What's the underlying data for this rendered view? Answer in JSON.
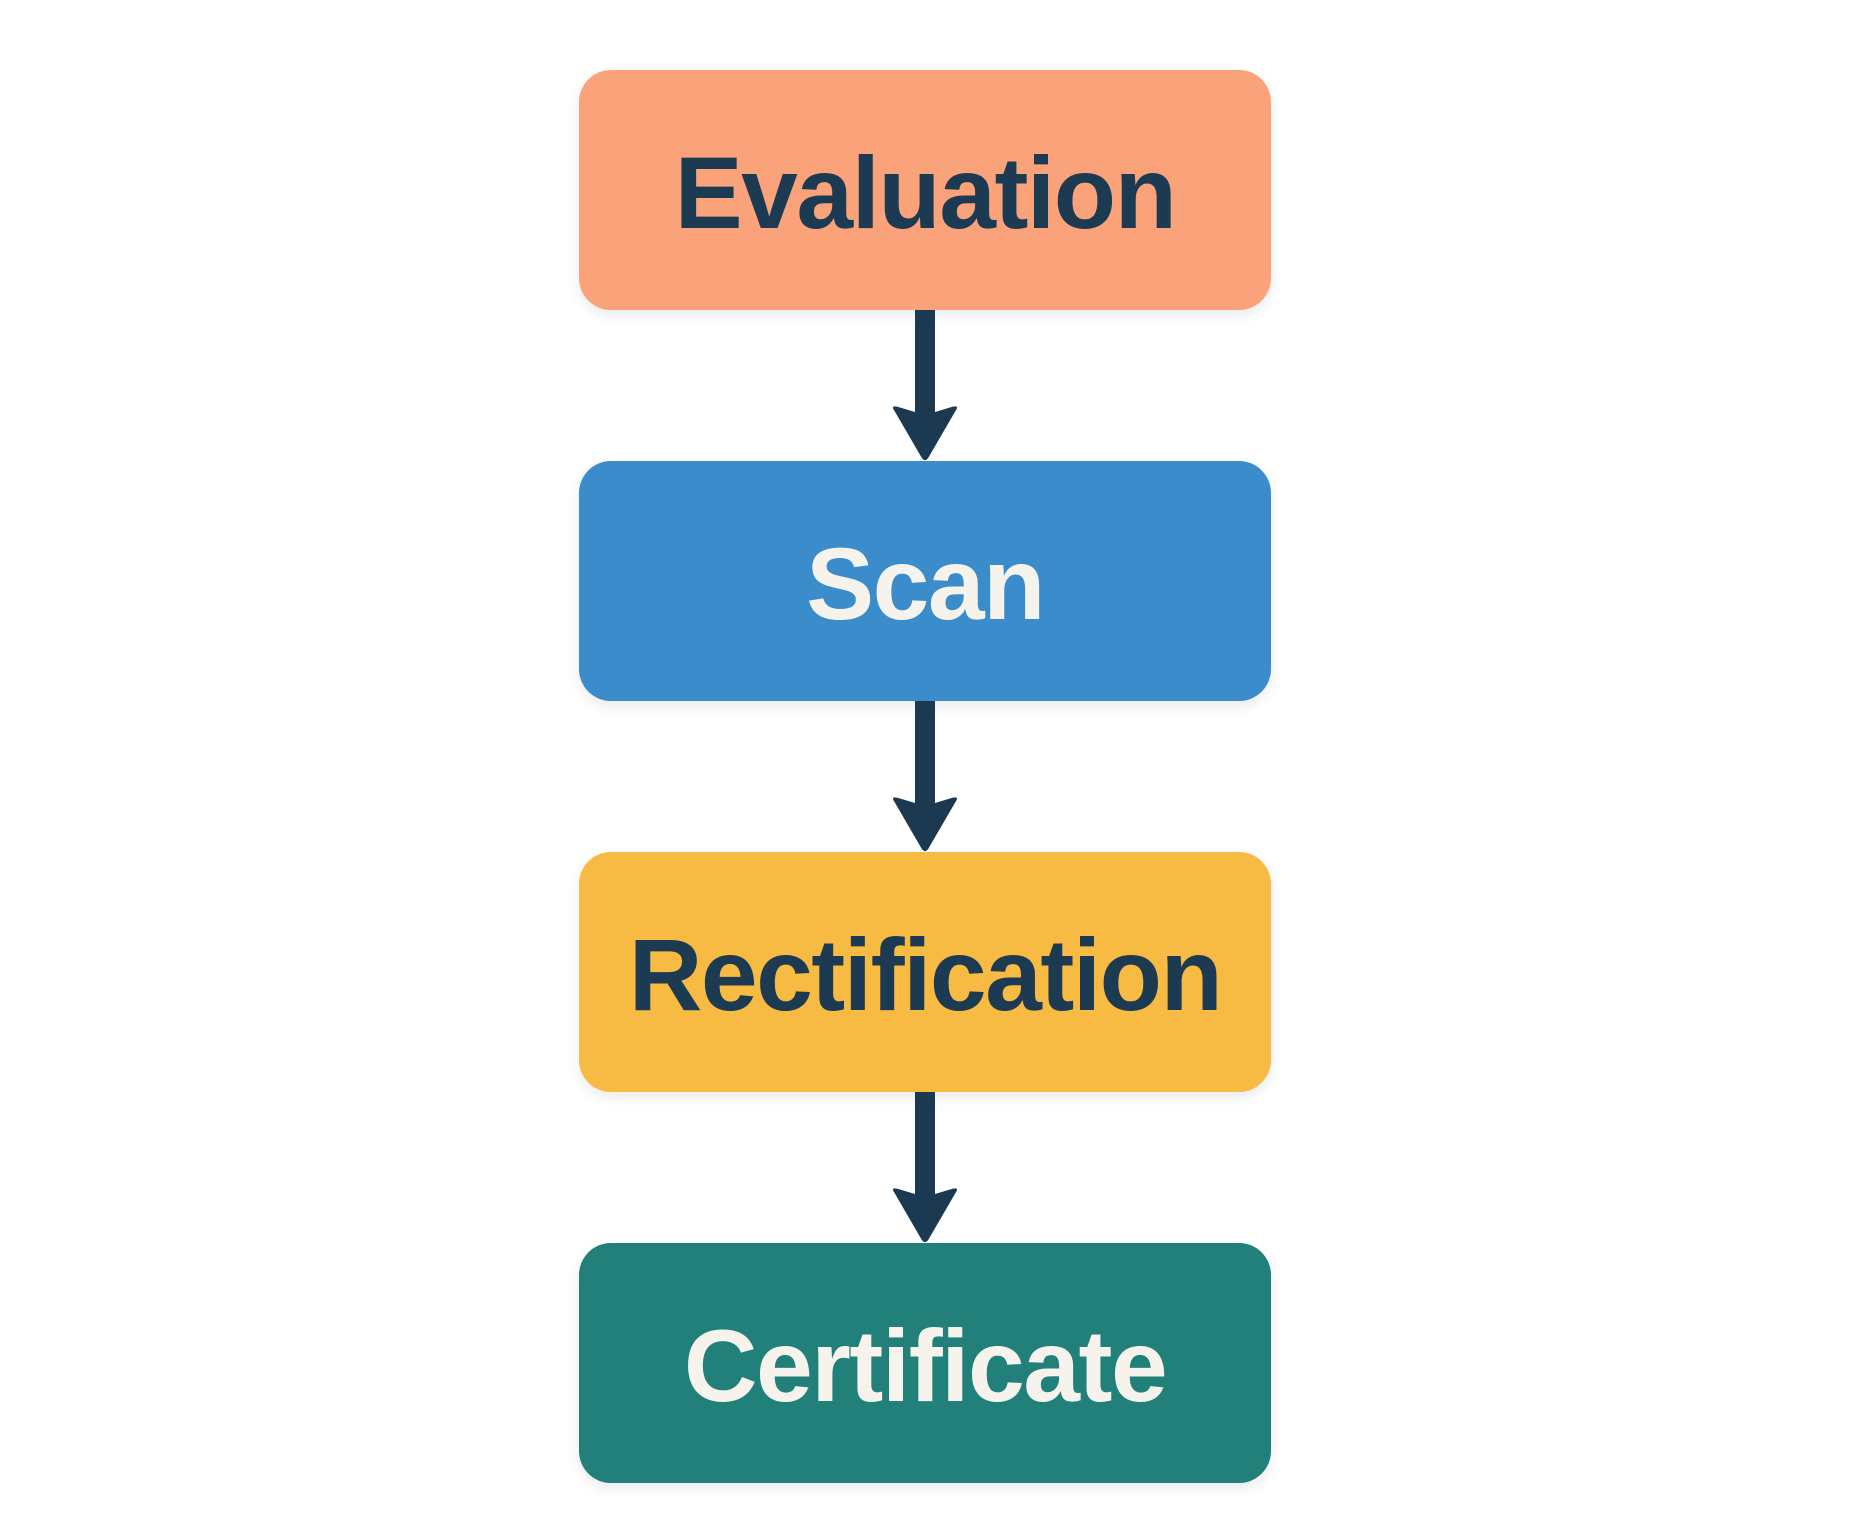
{
  "diagram": {
    "type": "flowchart",
    "direction": "top-to-bottom",
    "background": "#ffffff",
    "nodes": [
      {
        "id": "evaluation",
        "label": "Evaluation",
        "bg": "#FAA27A",
        "text_color": "#1D3A53"
      },
      {
        "id": "scan",
        "label": "Scan",
        "bg": "#3A8CCB",
        "text_color": "#F6F3EC"
      },
      {
        "id": "rectification",
        "label": "Rectification",
        "bg": "#F7BA42",
        "text_color": "#1D3A53"
      },
      {
        "id": "certificate",
        "label": "Certificate",
        "bg": "#21807A",
        "text_color": "#F6F3EC"
      }
    ],
    "edges": [
      {
        "from": "evaluation",
        "to": "scan",
        "style": "arrow-down"
      },
      {
        "from": "scan",
        "to": "rectification",
        "style": "arrow-down"
      },
      {
        "from": "rectification",
        "to": "certificate",
        "style": "arrow-down"
      }
    ],
    "colors": {
      "arrow": "#1B3950"
    }
  }
}
